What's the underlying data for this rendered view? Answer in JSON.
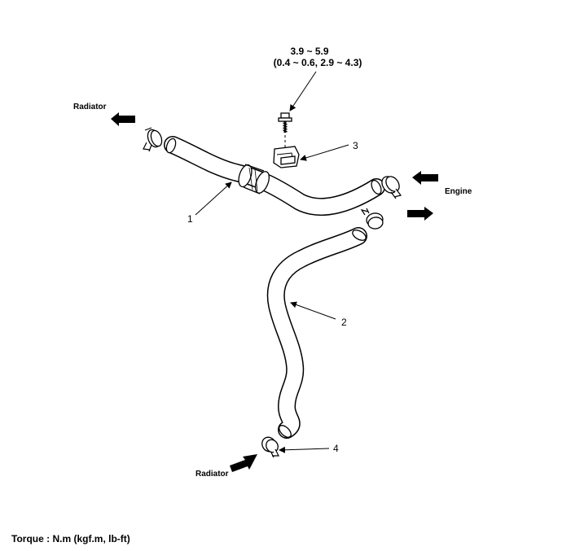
{
  "torque": {
    "value_nm": "3.9 ~ 5.9",
    "value_alt": "(0.4 ~ 0.6, 2.9 ~ 4.3)"
  },
  "labels": {
    "radiator_top": "Radiator",
    "radiator_bottom": "Radiator",
    "engine": "Engine"
  },
  "callouts": [
    "1",
    "2",
    "3",
    "4"
  ],
  "footer": {
    "torque_unit_note": "Torque : N.m (kgf.m, lb-ft)"
  }
}
